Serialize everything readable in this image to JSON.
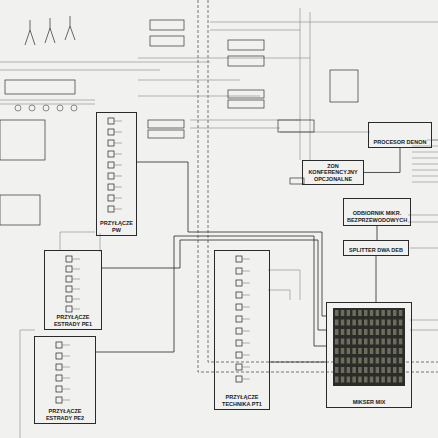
{
  "diagram": {
    "nodes": [
      {
        "text": [
          "PRZYŁĄCZE PW"
        ]
      },
      {
        "text": [
          "PRZYŁĄCZE ESTRADY PE1"
        ]
      },
      {
        "text": [
          "PRZYŁĄCZE ESTRADY PE2"
        ]
      },
      {
        "text": [
          "PRZYŁĄCZE TECHNIKA PT1"
        ]
      },
      {
        "text": [
          "ZON KONFERENCYJNY OPCJONALNE"
        ]
      },
      {
        "text": [
          "PROCESOR DENON"
        ]
      },
      {
        "text": [
          "ODBIORNIK MIKR. BEZPRZEWODOWYCH"
        ]
      },
      {
        "text": [
          "SPLITTER DWA DEB"
        ]
      },
      {
        "text": [
          "MIKSER MIX"
        ]
      }
    ],
    "edges": [
      {
        "from": 1,
        "to": 8,
        "arrow": "none"
      },
      {
        "from": 2,
        "to": 8,
        "arrow": "none"
      },
      {
        "from": 3,
        "to": 8,
        "arrow": "none"
      },
      {
        "from": 0,
        "to": 8,
        "arrow": "none"
      },
      {
        "from": 4,
        "to": 5,
        "arrow": "none"
      },
      {
        "from": 6,
        "to": 7,
        "arrow": "none"
      },
      {
        "from": 7,
        "to": 8,
        "arrow": "none"
      }
    ]
  }
}
